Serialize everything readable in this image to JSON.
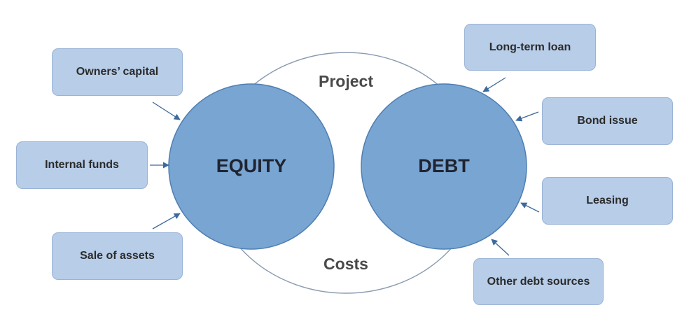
{
  "colors": {
    "circle_fill": "#79a5d2",
    "circle_stroke": "#4f7fb3",
    "box_fill": "#b7cde8",
    "box_stroke": "#9ab4d6",
    "ring_stroke": "#8a9bb0",
    "arrow": "#3d6a9c"
  },
  "ring": {
    "top_label": "Project",
    "bottom_label": "Costs"
  },
  "equity": {
    "label": "EQUITY",
    "sources": [
      "Owners’ capital",
      "Internal funds",
      "Sale of assets"
    ]
  },
  "debt": {
    "label": "DEBT",
    "sources": [
      "Long-term loan",
      "Bond issue",
      "Leasing",
      "Other debt sources"
    ]
  }
}
